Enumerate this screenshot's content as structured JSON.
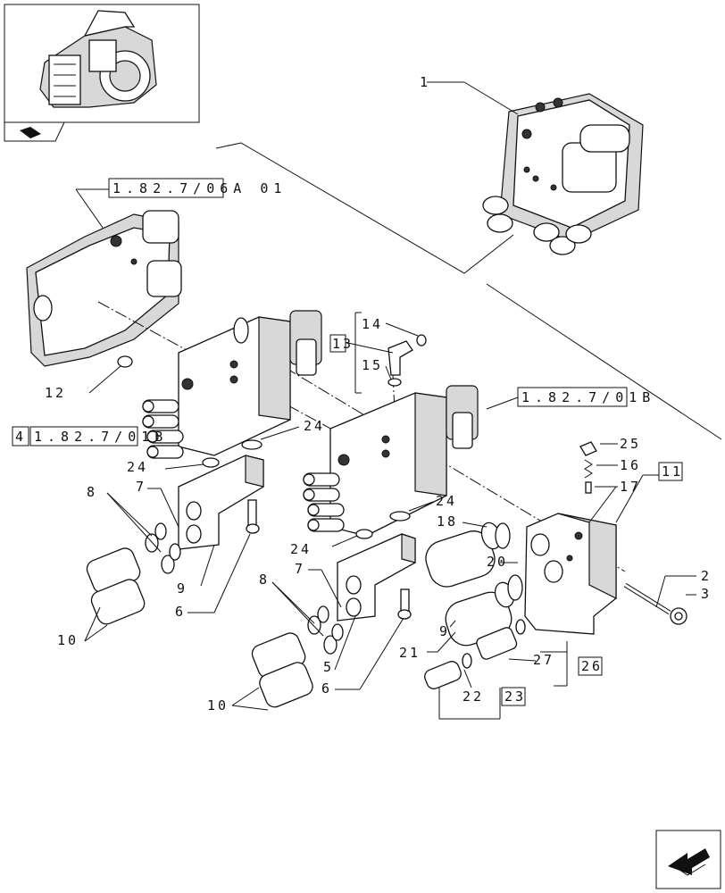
{
  "diagram": {
    "part_labels": {
      "p1": "1",
      "p2": "2",
      "p3": "3",
      "p5": "5",
      "p6a": "6",
      "p6b": "6",
      "p7a": "7",
      "p7b": "7",
      "p8a": "8",
      "p8b": "8",
      "p9a": "9",
      "p9b": "9",
      "p10a": "10",
      "p10b": "10",
      "p12": "12",
      "p14": "14",
      "p15": "15",
      "p16": "16",
      "p17": "17",
      "p18": "18",
      "p20": "20",
      "p21": "21",
      "p22": "22",
      "p24a": "24",
      "p24b": "24",
      "p24c": "24",
      "p24d": "24",
      "p25": "25",
      "p27": "27"
    },
    "boxed_labels": {
      "b11": "11",
      "b13": "13",
      "b23": "23",
      "b26": "26",
      "b4": "4"
    },
    "references": {
      "ref_top": "1.82.7/06A 01",
      "ref_right": "1.82.7/01B",
      "ref_left": "1.82.7/01B"
    },
    "icons": {
      "thumbnail": "tractor-transmission-thumbnail",
      "nav_small": "folder-arrow-icon",
      "nav_corner": "next-page-arrow-icon"
    }
  }
}
